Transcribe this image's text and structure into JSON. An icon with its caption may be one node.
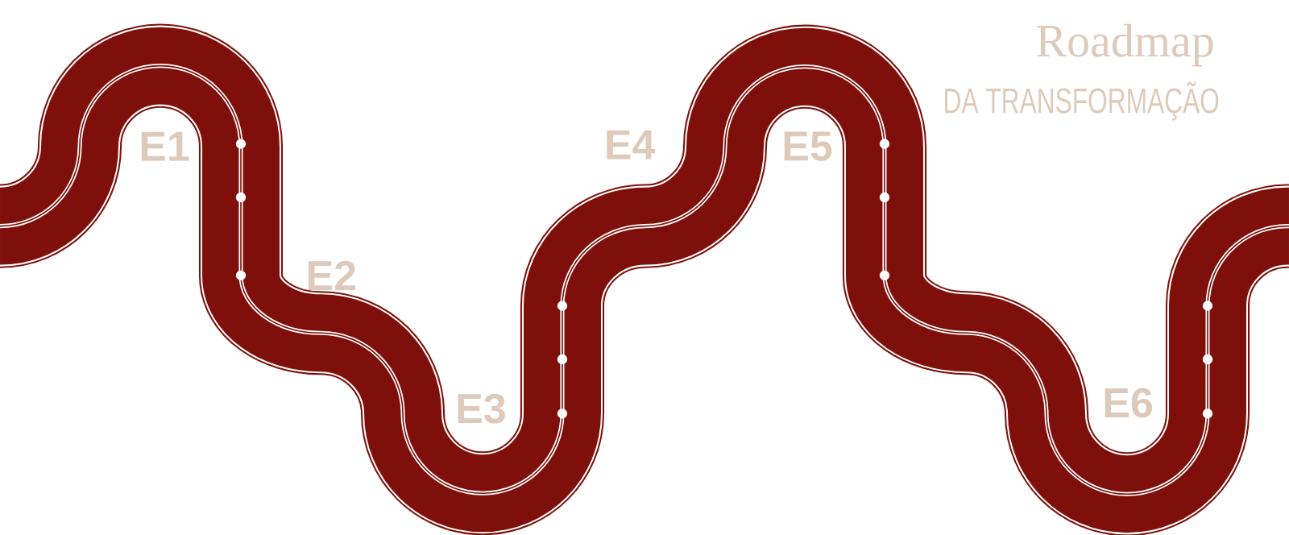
{
  "diagram": {
    "title": "Roadmap",
    "labels": [
      "DA TRANSFORMAÇÃO",
      "E1",
      "E2",
      "E3",
      "E4",
      "E5",
      "E6"
    ]
  }
}
